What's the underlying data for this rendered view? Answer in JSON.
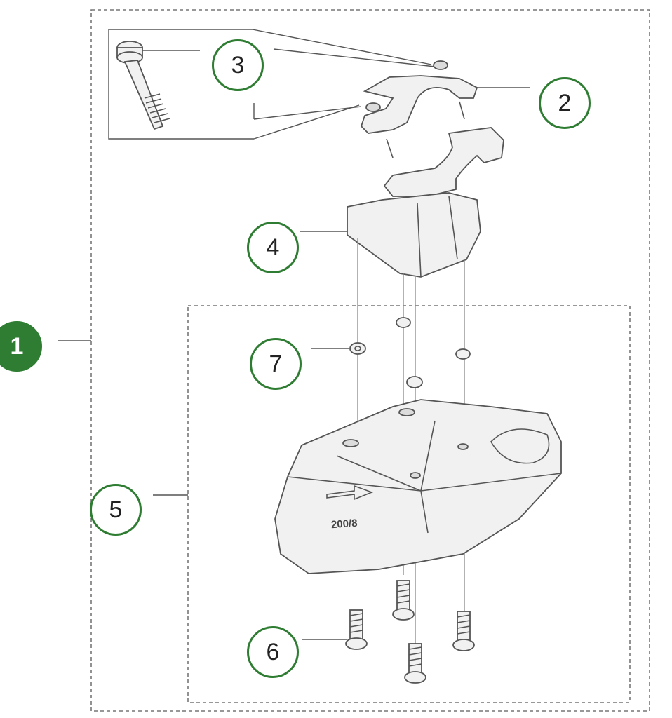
{
  "callouts": {
    "c1": "1",
    "c2": "2",
    "c3": "3",
    "c4": "4",
    "c5": "5",
    "c6": "6",
    "c7": "7"
  },
  "guard_marking": "200/8",
  "colors": {
    "callout_border": "#2e7d32",
    "callout_fill_primary": "#2e7d32",
    "line": "#555555"
  }
}
